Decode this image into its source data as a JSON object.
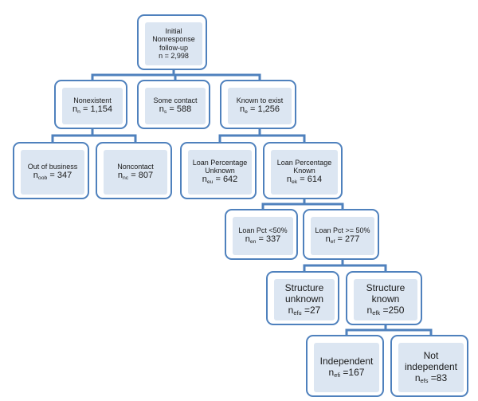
{
  "diagram": {
    "nodes": [
      {
        "id": "root",
        "label": "Initial\nNonresponse\nfollow-up",
        "stat_text": "n = 2,998"
      },
      {
        "id": "nonexistent",
        "label": "Nonexistent",
        "stat_var": "n",
        "stat_sub": "n",
        "stat_value": "= 1,154"
      },
      {
        "id": "some-contact",
        "label": "Some contact",
        "stat_var": "n",
        "stat_sub": "s",
        "stat_value": "= 588"
      },
      {
        "id": "known-to-exist",
        "label": "Known to exist",
        "stat_var": "n",
        "stat_sub": "e",
        "stat_value": "= 1,256"
      },
      {
        "id": "out-of-business",
        "label": "Out of business",
        "stat_var": "n",
        "stat_sub": "oob",
        "stat_value": "= 347"
      },
      {
        "id": "noncontact",
        "label": "Noncontact",
        "stat_var": "n",
        "stat_sub": "nc",
        "stat_value": "= 807"
      },
      {
        "id": "loan-pct-unknown",
        "label": "Loan Percentage\nUnknown",
        "stat_var": "n",
        "stat_sub": "eu",
        "stat_value": "= 642"
      },
      {
        "id": "loan-pct-known",
        "label": "Loan Percentage\nKnown",
        "stat_var": "n",
        "stat_sub": "ek",
        "stat_value": "= 614"
      },
      {
        "id": "loan-pct-lt-50",
        "label": "Loan Pct <50%",
        "stat_var": "n",
        "stat_sub": "en",
        "stat_value": "= 337"
      },
      {
        "id": "loan-pct-ge-50",
        "label": "Loan Pct >= 50%",
        "stat_var": "n",
        "stat_sub": "ef",
        "stat_value": "= 277"
      },
      {
        "id": "structure-unknown",
        "label": "Structure\nunknown",
        "stat_var": "n",
        "stat_sub": "efu",
        "stat_value": "=27"
      },
      {
        "id": "structure-known",
        "label": "Structure\nknown",
        "stat_var": "n",
        "stat_sub": "efk",
        "stat_value": "=250"
      },
      {
        "id": "independent",
        "label": "Independent",
        "stat_var": "n",
        "stat_sub": "efi",
        "stat_value": "=167"
      },
      {
        "id": "not-independent",
        "label": "Not\nindependent",
        "stat_var": "n",
        "stat_sub": "efs",
        "stat_value": "=83"
      }
    ],
    "edges": [
      [
        "root",
        "nonexistent"
      ],
      [
        "root",
        "some-contact"
      ],
      [
        "root",
        "known-to-exist"
      ],
      [
        "nonexistent",
        "out-of-business"
      ],
      [
        "nonexistent",
        "noncontact"
      ],
      [
        "known-to-exist",
        "loan-pct-unknown"
      ],
      [
        "known-to-exist",
        "loan-pct-known"
      ],
      [
        "loan-pct-known",
        "loan-pct-lt-50"
      ],
      [
        "loan-pct-known",
        "loan-pct-ge-50"
      ],
      [
        "loan-pct-ge-50",
        "structure-unknown"
      ],
      [
        "loan-pct-ge-50",
        "structure-known"
      ],
      [
        "structure-known",
        "independent"
      ],
      [
        "structure-known",
        "not-independent"
      ]
    ],
    "colors": {
      "border": "#4f81bd",
      "fill": "#dce6f2",
      "connector": "#4f81bd",
      "text": "#1a1a1a"
    }
  }
}
